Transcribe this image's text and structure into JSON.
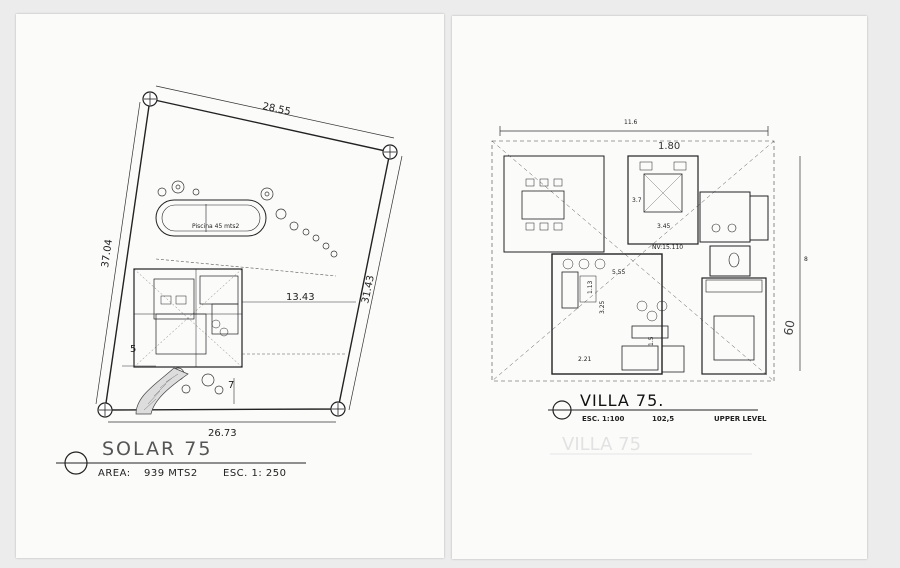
{
  "solar": {
    "title": "SOLAR 75",
    "area_label": "AREA:",
    "area_value": "939 MTS2",
    "scale": "ESC.  1: 250",
    "dims": {
      "top": "28.55",
      "left": "37.04",
      "right": "31.43",
      "bottom": "26.73",
      "inner": "13.43",
      "setback_left": "5",
      "setback_bottom": "7"
    },
    "pool_label": "Piscina 45 mts2"
  },
  "villa": {
    "title": "VILLA 75.",
    "scale": "ESC. 1:100",
    "area": "102,5",
    "level": "UPPER LEVEL",
    "ghost_title": "VILLA 75",
    "dims": {
      "width": "11.6",
      "right_height": "8",
      "bottom_left": "2.21",
      "mid": "5.55",
      "room_top": "3.45",
      "room_left": "3.7",
      "stair": "1.80",
      "d1": "3.25",
      "d2": "1.13",
      "d3": "1.5",
      "kitchen": "NV:15.110"
    },
    "handwritten": {
      "top": "1.80",
      "right": "60"
    }
  }
}
